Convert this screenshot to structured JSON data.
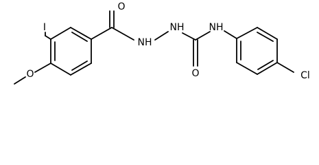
{
  "molecule": {
    "atoms": {
      "iodine": "I",
      "oxygen_methoxy": "O",
      "oxygen_amide": "O",
      "nitrogen_hydrazide": "NH",
      "nitrogen_hydrazine": "NH",
      "oxygen_urea": "O",
      "nitrogen_anilide": "NH",
      "chlorine": "Cl"
    }
  }
}
